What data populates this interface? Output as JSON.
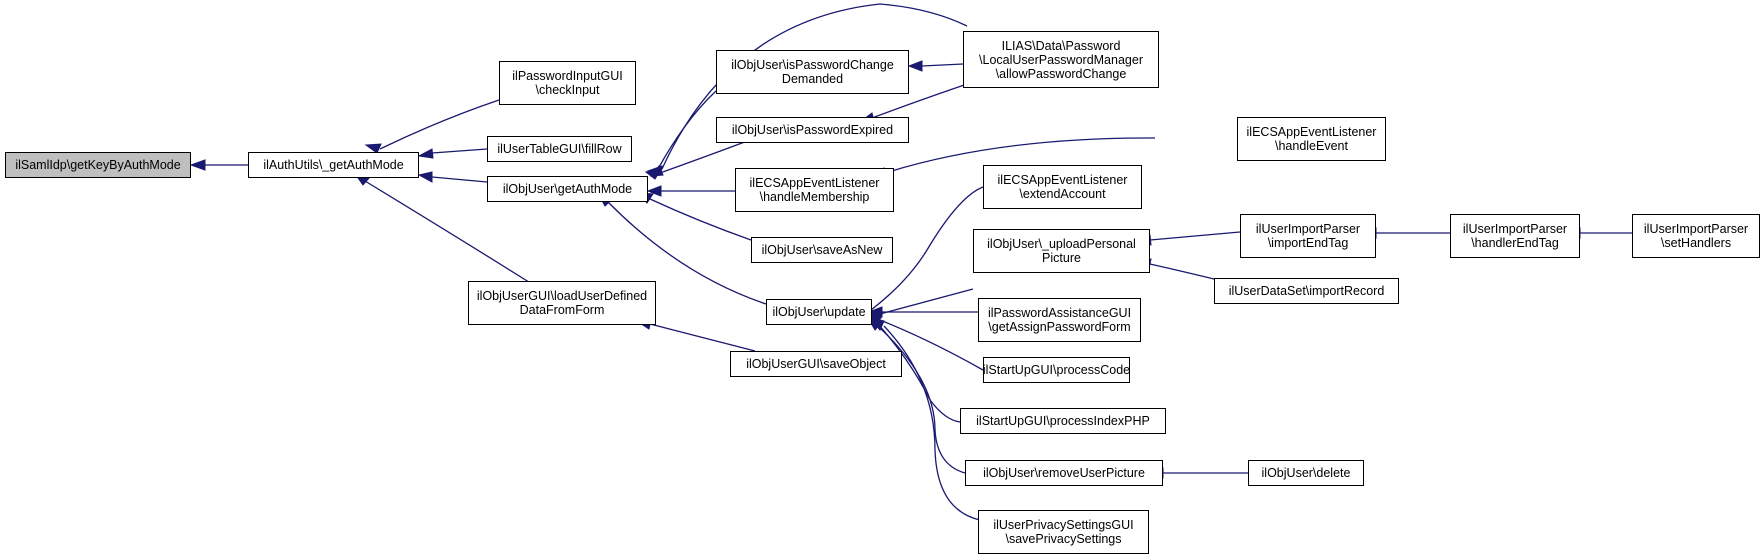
{
  "colors": {
    "edge": "#191970",
    "root_fill": "#bfbfbf",
    "node_fill": "#ffffff",
    "border": "#000000"
  },
  "nodes": [
    {
      "id": "n0",
      "lines": [
        "ilSamlIdp\\getKeyByAuthMode"
      ],
      "root": true
    },
    {
      "id": "n1",
      "lines": [
        "ilAuthUtils\\_getAuthMode"
      ]
    },
    {
      "id": "n2",
      "lines": [
        "ilPasswordInputGUI",
        "\\checkInput"
      ]
    },
    {
      "id": "n3",
      "lines": [
        "ilUserTableGUI\\fillRow"
      ]
    },
    {
      "id": "n4",
      "lines": [
        "ilObjUser\\getAuthMode"
      ]
    },
    {
      "id": "n5",
      "lines": [
        "ilObjUserGUI\\loadUserDefined",
        "DataFromForm"
      ]
    },
    {
      "id": "n6",
      "lines": [
        "ilObjUser\\isPasswordChange",
        "Demanded"
      ]
    },
    {
      "id": "n7",
      "lines": [
        "ilObjUser\\isPasswordExpired"
      ]
    },
    {
      "id": "n8",
      "lines": [
        "ilECSAppEventListener",
        "\\handleMembership"
      ]
    },
    {
      "id": "n9",
      "lines": [
        "ilObjUser\\saveAsNew"
      ]
    },
    {
      "id": "n10",
      "lines": [
        "ilObjUser\\update"
      ]
    },
    {
      "id": "n11",
      "lines": [
        "ilObjUserGUI\\saveObject"
      ]
    },
    {
      "id": "n12",
      "lines": [
        "ILIAS\\Data\\Password",
        "\\LocalUserPasswordManager",
        "\\allowPasswordChange"
      ]
    },
    {
      "id": "n13",
      "lines": [
        "ilECSAppEventListener",
        "\\handleEvent"
      ]
    },
    {
      "id": "n14",
      "lines": [
        "ilECSAppEventListener",
        "\\extendAccount"
      ]
    },
    {
      "id": "n15",
      "lines": [
        "ilObjUser\\_uploadPersonal",
        "Picture"
      ]
    },
    {
      "id": "n16",
      "lines": [
        "ilPasswordAssistanceGUI",
        "\\getAssignPasswordForm"
      ]
    },
    {
      "id": "n17",
      "lines": [
        "ilStartUpGUI\\processCode"
      ]
    },
    {
      "id": "n18",
      "lines": [
        "ilStartUpGUI\\processIndexPHP"
      ]
    },
    {
      "id": "n19",
      "lines": [
        "ilObjUser\\removeUserPicture"
      ]
    },
    {
      "id": "n20",
      "lines": [
        "ilUserPrivacySettingsGUI",
        "\\savePrivacySettings"
      ]
    },
    {
      "id": "n21",
      "lines": [
        "ilUserImportParser",
        "\\importEndTag"
      ]
    },
    {
      "id": "n22",
      "lines": [
        "ilUserDataSet\\importRecord"
      ]
    },
    {
      "id": "n23",
      "lines": [
        "ilUserImportParser",
        "\\handlerEndTag"
      ]
    },
    {
      "id": "n24",
      "lines": [
        "ilUserImportParser",
        "\\setHandlers"
      ]
    },
    {
      "id": "n25",
      "lines": [
        "ilObjUser\\delete"
      ]
    }
  ]
}
